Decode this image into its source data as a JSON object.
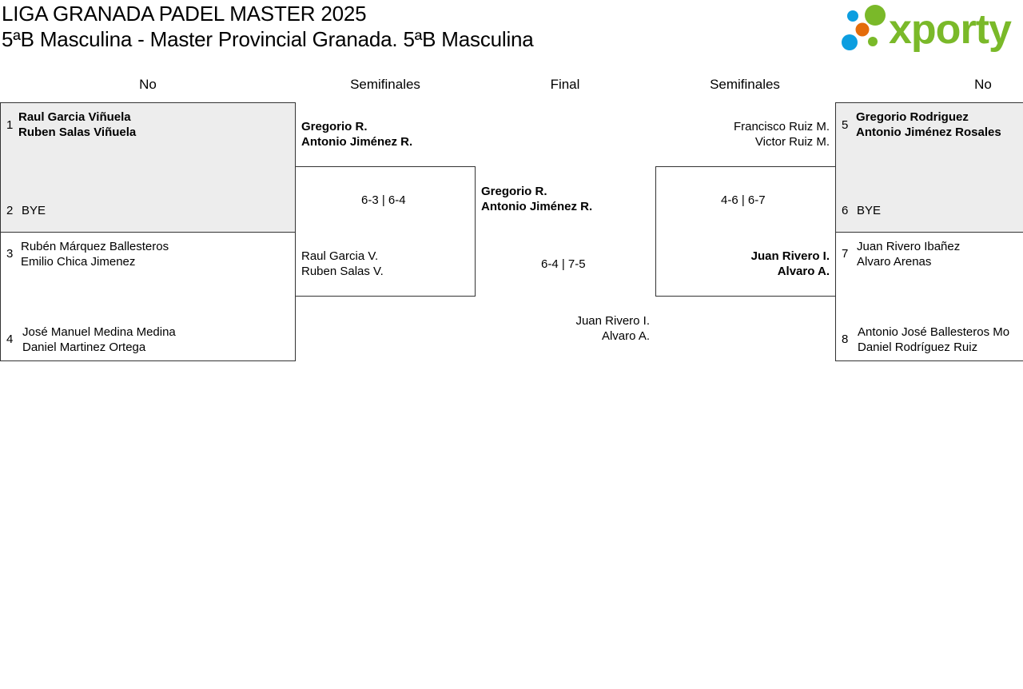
{
  "header": {
    "title1": "LIGA GRANADA PADEL MASTER 2025",
    "title2": "5ªB Masculina - Master Provincial Granada. 5ªB Masculina",
    "logo_text": "xporty"
  },
  "columns": [
    "No",
    "Semifinales",
    "Final",
    "Semifinales",
    "No"
  ],
  "left_first_round": [
    {
      "seed": "1",
      "p1": "Raul Garcia Viñuela",
      "p2": "Ruben Salas Viñuela"
    },
    {
      "seed": "2",
      "p1": "BYE"
    },
    {
      "seed": "3",
      "p1": "Rubén Márquez Ballesteros",
      "p2": "Emilio Chica Jimenez"
    },
    {
      "seed": "4",
      "p1": "José Manuel Medina Medina",
      "p2": "Daniel Martinez Ortega"
    }
  ],
  "right_first_round": [
    {
      "seed": "5",
      "p1": "Gregorio Rodriguez",
      "p2": "Antonio Jiménez Rosales"
    },
    {
      "seed": "6",
      "p1": "BYE"
    },
    {
      "seed": "7",
      "p1": "Juan Rivero Ibañez",
      "p2": "Alvaro Arenas"
    },
    {
      "seed": "8",
      "p1": "Antonio José Ballesteros Mo",
      "p2": "Daniel Rodríguez Ruiz"
    }
  ],
  "left_semi": {
    "top1": "Gregorio R.",
    "top2": "Antonio Jiménez R.",
    "score": "6-3 | 6-4",
    "bot1": "Raul Garcia V.",
    "bot2": "Ruben Salas V."
  },
  "final": {
    "top1": "Gregorio R.",
    "top2": "Antonio Jiménez R.",
    "score": "6-4 | 7-5",
    "bot1": "Juan Rivero I.",
    "bot2": "Alvaro A."
  },
  "right_semi": {
    "top1": "Francisco Ruiz M.",
    "top2": "Victor Ruiz M.",
    "score": "4-6 | 6-7",
    "bot1": "Juan Rivero I.",
    "bot2": "Alvaro A."
  }
}
